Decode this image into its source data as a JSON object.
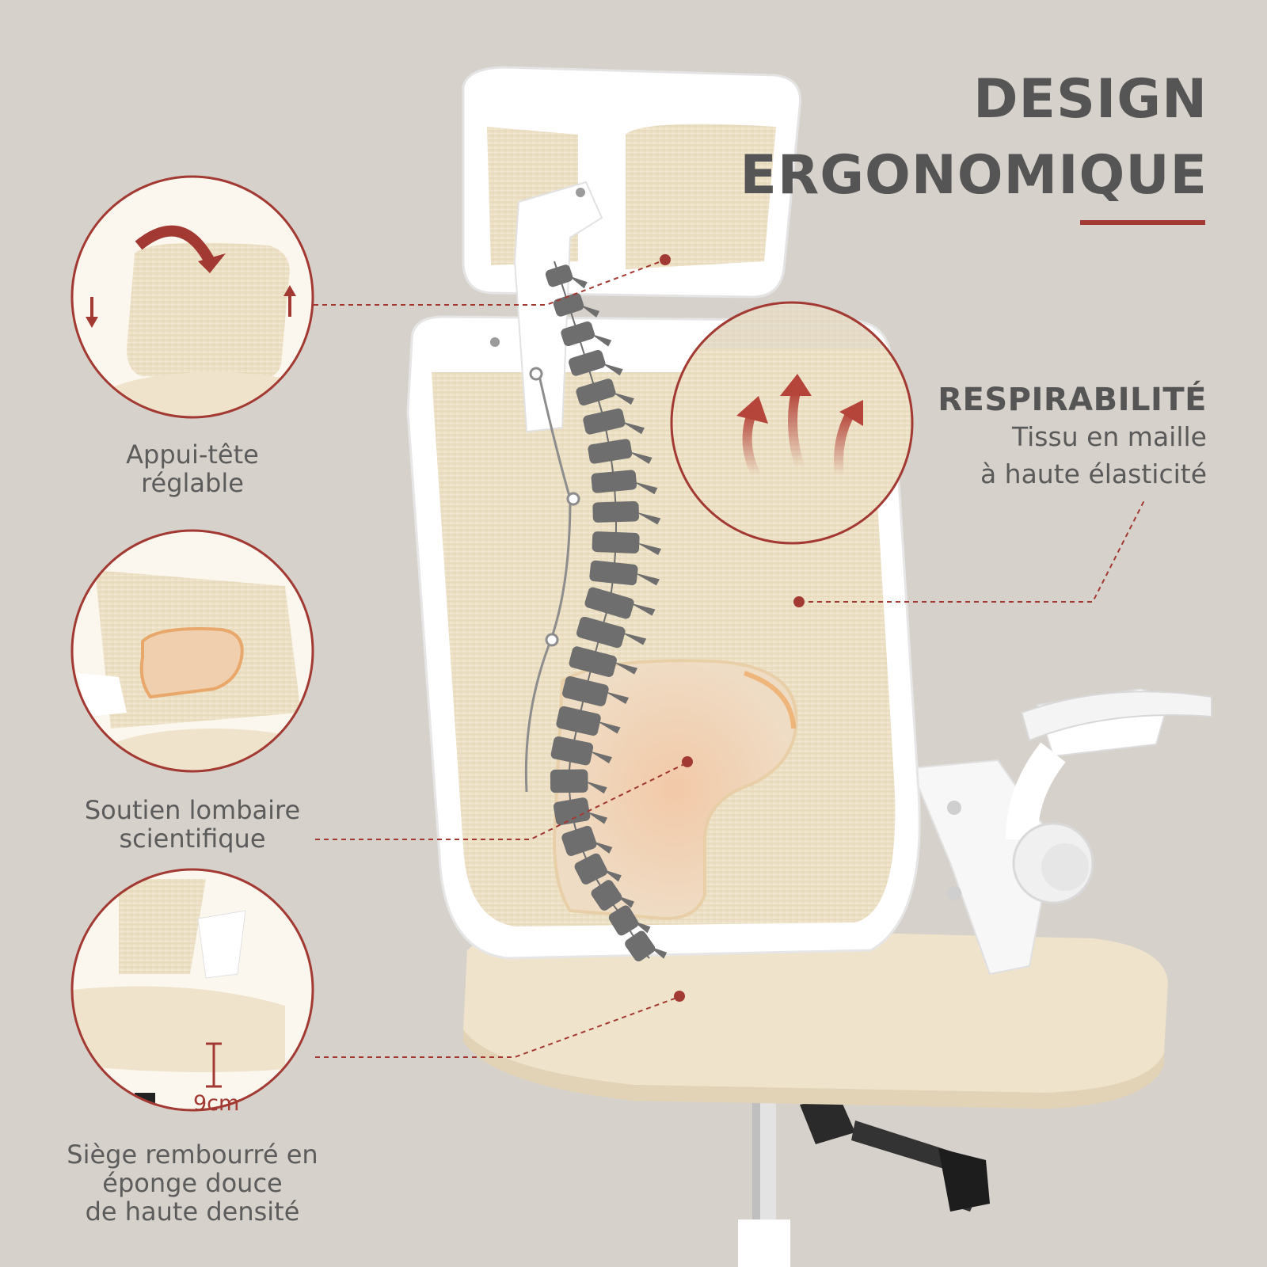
{
  "header": {
    "title_line1": "DESIGN",
    "title_line2": "ERGONOMIQUE"
  },
  "features": {
    "respirabilite": {
      "title": "RESPIRABILITÉ",
      "line1": "Tissu en maille",
      "line2": "à haute élasticité"
    },
    "headrest": {
      "line1": "Appui-tête",
      "line2": "réglable"
    },
    "lumbar": {
      "line1": "Soutien lombaire",
      "line2": "scientifique"
    },
    "seat": {
      "line1": "Siège rembourré en",
      "line2": "éponge douce",
      "line3": "de haute densité",
      "thickness": "9cm"
    }
  },
  "colors": {
    "background": "#d6d1ca",
    "accent": "#a23a33",
    "mesh": "#efe3c8",
    "frame": "#ffffff",
    "spine": "#6e6e6e",
    "text": "#555555"
  }
}
